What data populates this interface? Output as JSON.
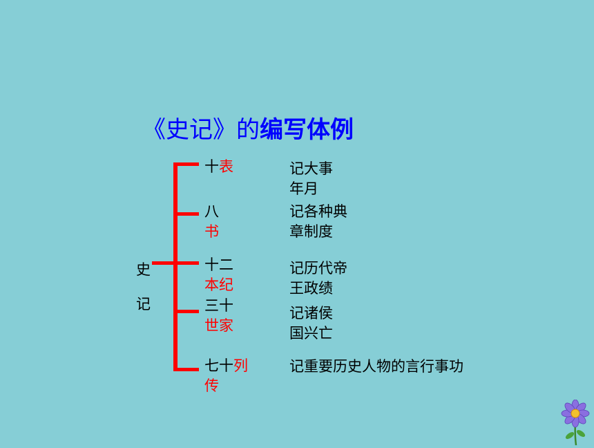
{
  "title": {
    "bracket_part": "《史记》的",
    "bold_part": "编写体例"
  },
  "root": {
    "char1": "史",
    "char2": "记"
  },
  "branches": [
    {
      "id": "biao",
      "name_black_line1": "十",
      "name_red_line1": "表",
      "name_black_line2": "",
      "name_red_line2": "",
      "desc_line1": "记大事",
      "desc_line2": "年月"
    },
    {
      "id": "shu",
      "name_black_line1": "八",
      "name_red_line1": "",
      "name_black_line2": "",
      "name_red_line2": "书",
      "desc_line1": "记各种典",
      "desc_line2": "章制度"
    },
    {
      "id": "benji",
      "name_black_line1": "十二",
      "name_red_line1": "",
      "name_black_line2": "",
      "name_red_line2": "本纪",
      "desc_line1": "记历代帝",
      "desc_line2": "王政绩"
    },
    {
      "id": "shijia",
      "name_black_line1": "三十",
      "name_red_line1": "",
      "name_black_line2": "",
      "name_red_line2": "世家",
      "desc_line1": "记诸侯",
      "desc_line2": "国兴亡"
    },
    {
      "id": "liezhuan",
      "name_black_line1": "七十",
      "name_red_line1": "列",
      "name_black_line2": "",
      "name_red_line2": "传",
      "desc_line1": "记重要历史人物的言行事功",
      "desc_line2": ""
    }
  ],
  "colors": {
    "background": "#86CED6",
    "title": "#0000FF",
    "accent": "#FF0000",
    "text": "#000000"
  },
  "decoration": {
    "icon": "flower-icon"
  }
}
